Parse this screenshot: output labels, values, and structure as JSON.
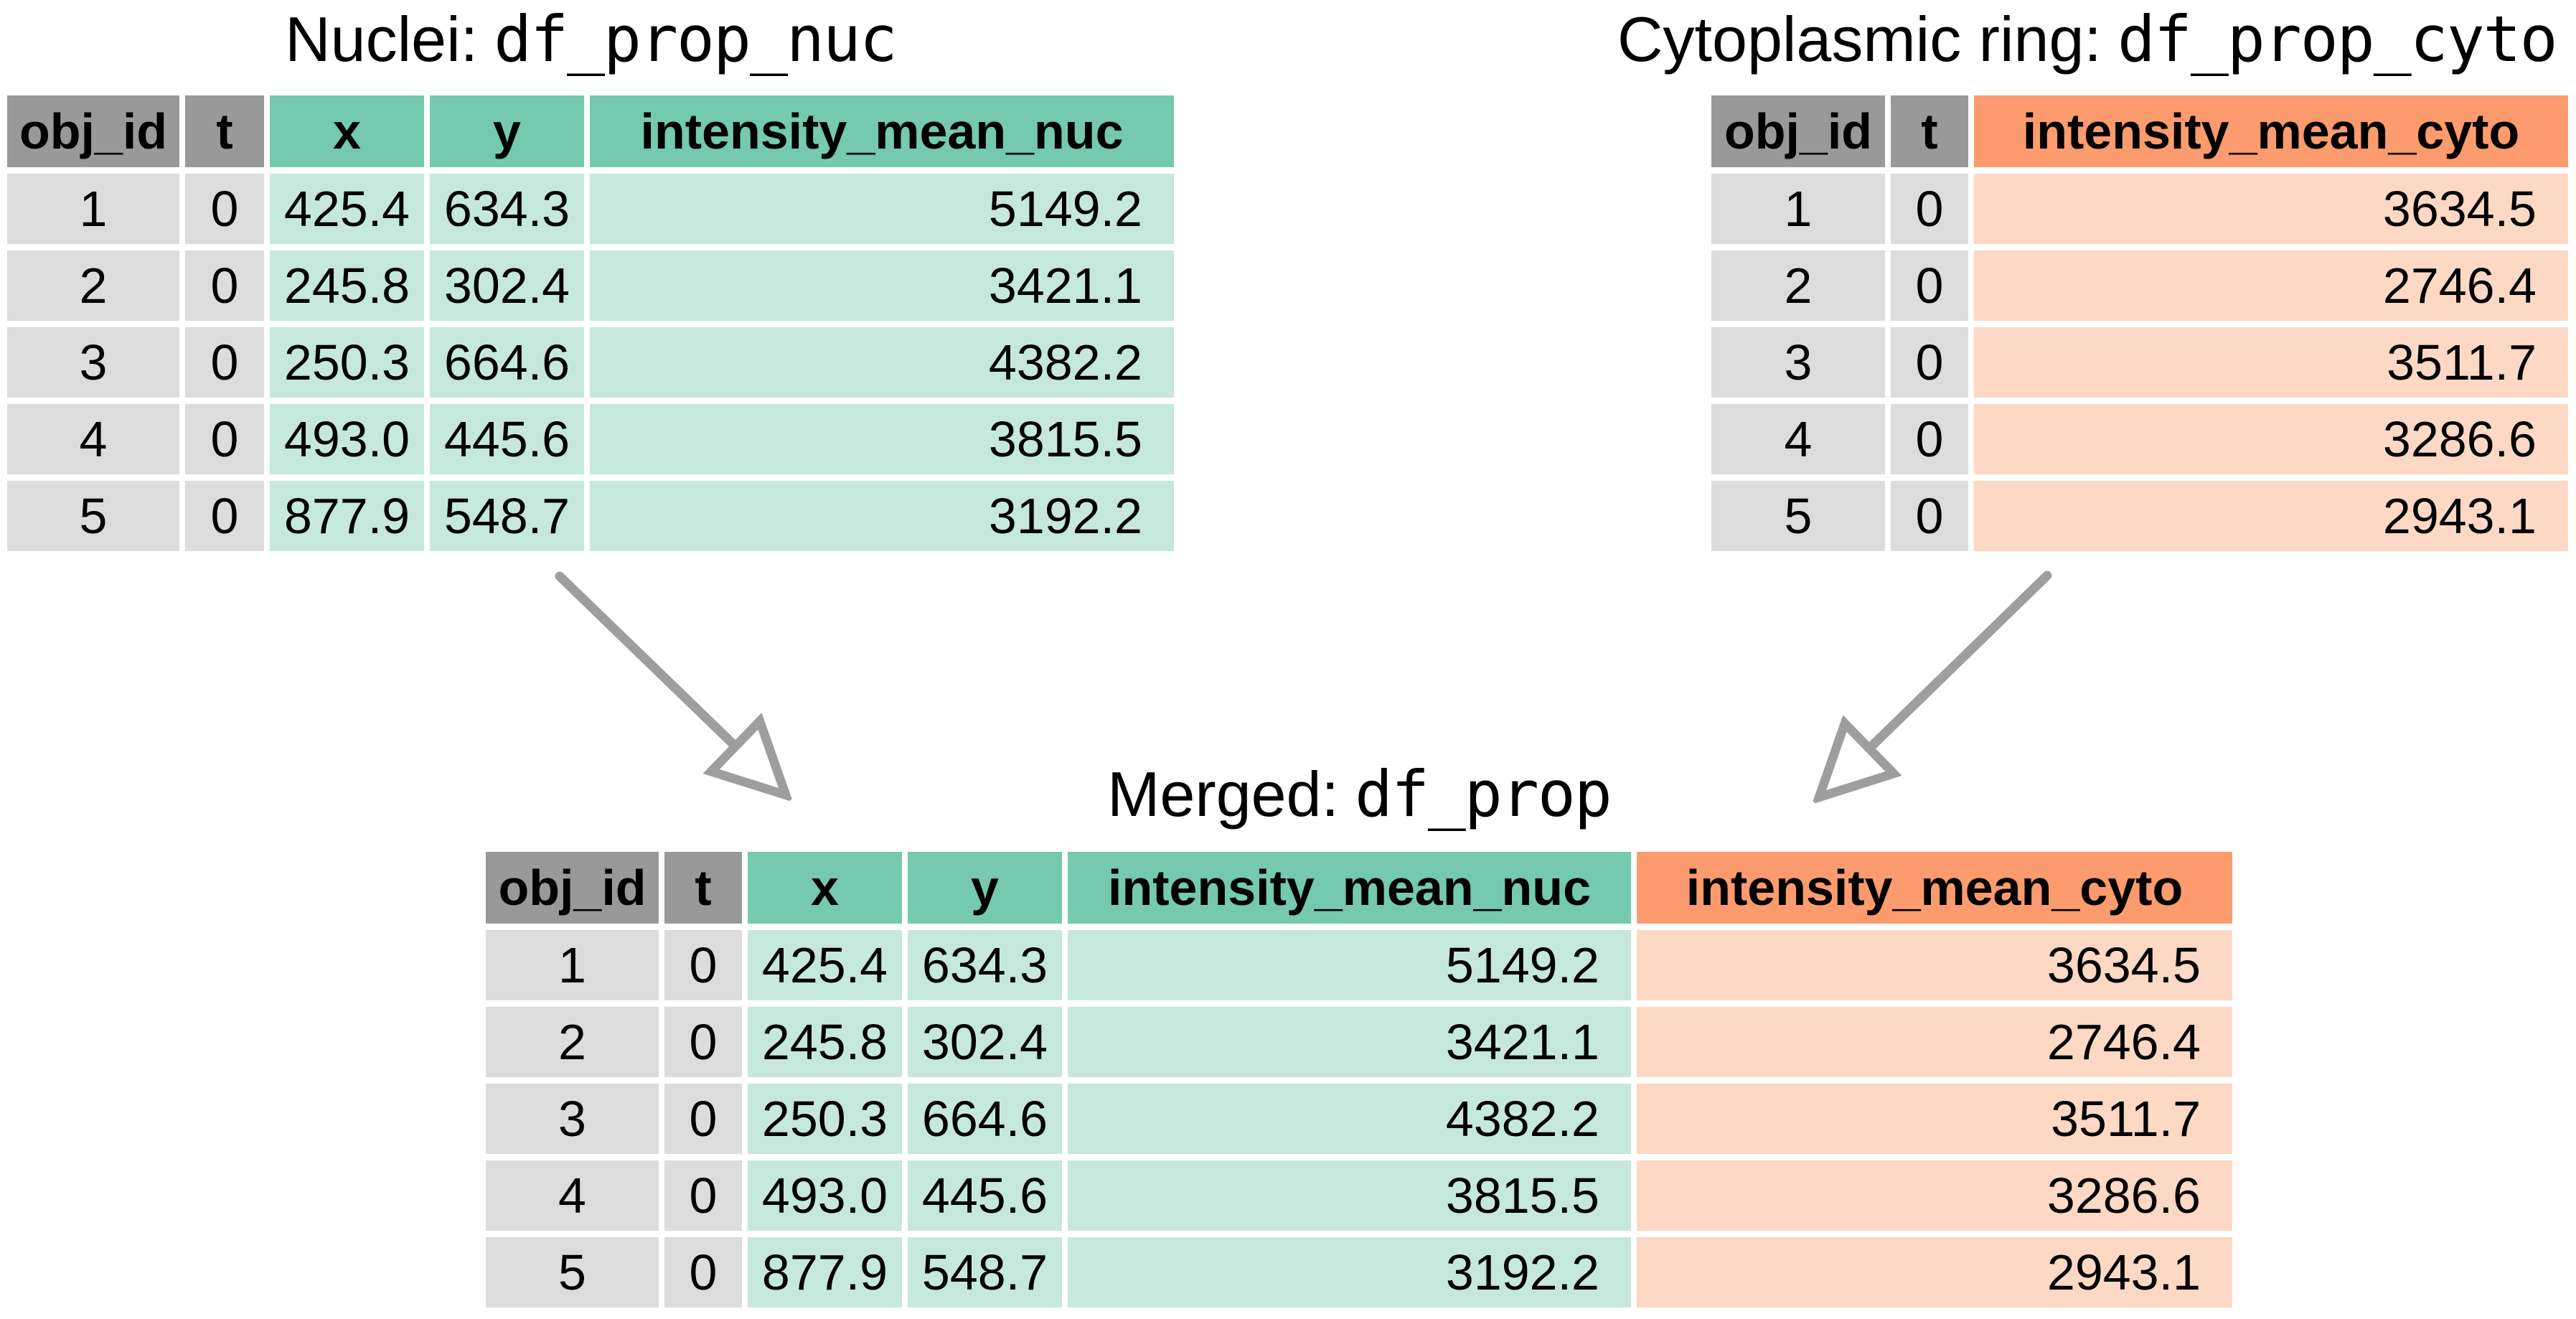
{
  "diagram": {
    "tables": {
      "nuclei": {
        "title_prefix": "Nuclei:",
        "title_code": "df_prop_nuc",
        "columns": [
          "obj_id",
          "t",
          "x",
          "y",
          "intensity_mean_nuc"
        ],
        "rows": [
          [
            "1",
            "0",
            "425.4",
            "634.3",
            "5149.2"
          ],
          [
            "2",
            "0",
            "245.8",
            "302.4",
            "3421.1"
          ],
          [
            "3",
            "0",
            "250.3",
            "664.6",
            "4382.2"
          ],
          [
            "4",
            "0",
            "493.0",
            "445.6",
            "3815.5"
          ],
          [
            "5",
            "0",
            "877.9",
            "548.7",
            "3192.2"
          ]
        ]
      },
      "cyto": {
        "title_prefix": "Cytoplasmic ring:",
        "title_code": "df_prop_cyto",
        "columns": [
          "obj_id",
          "t",
          "intensity_mean_cyto"
        ],
        "rows": [
          [
            "1",
            "0",
            "3634.5"
          ],
          [
            "2",
            "0",
            "2746.4"
          ],
          [
            "3",
            "0",
            "3511.7"
          ],
          [
            "4",
            "0",
            "3286.6"
          ],
          [
            "5",
            "0",
            "2943.1"
          ]
        ]
      },
      "merged": {
        "title_prefix": "Merged:",
        "title_code": "df_prop",
        "columns": [
          "obj_id",
          "t",
          "x",
          "y",
          "intensity_mean_nuc",
          "intensity_mean_cyto"
        ],
        "rows": [
          [
            "1",
            "0",
            "425.4",
            "634.3",
            "5149.2",
            "3634.5"
          ],
          [
            "2",
            "0",
            "245.8",
            "302.4",
            "3421.1",
            "2746.4"
          ],
          [
            "3",
            "0",
            "250.3",
            "664.6",
            "4382.2",
            "3511.7"
          ],
          [
            "4",
            "0",
            "493.0",
            "445.6",
            "3815.5",
            "3286.6"
          ],
          [
            "5",
            "0",
            "877.9",
            "548.7",
            "3192.2",
            "2943.1"
          ]
        ]
      }
    },
    "colors": {
      "key_header_gray": "#999999",
      "key_cell_gray": "#dcdcdc",
      "nuc_header_teal": "#74c9af",
      "nuc_cell_teal": "#c6e8dc",
      "cyto_header_orange": "#fb9b6e",
      "cyto_cell_orange": "#fdd8c4",
      "arrow_gray": "#9e9e9e",
      "text": "#000000",
      "background": "#ffffff"
    }
  }
}
